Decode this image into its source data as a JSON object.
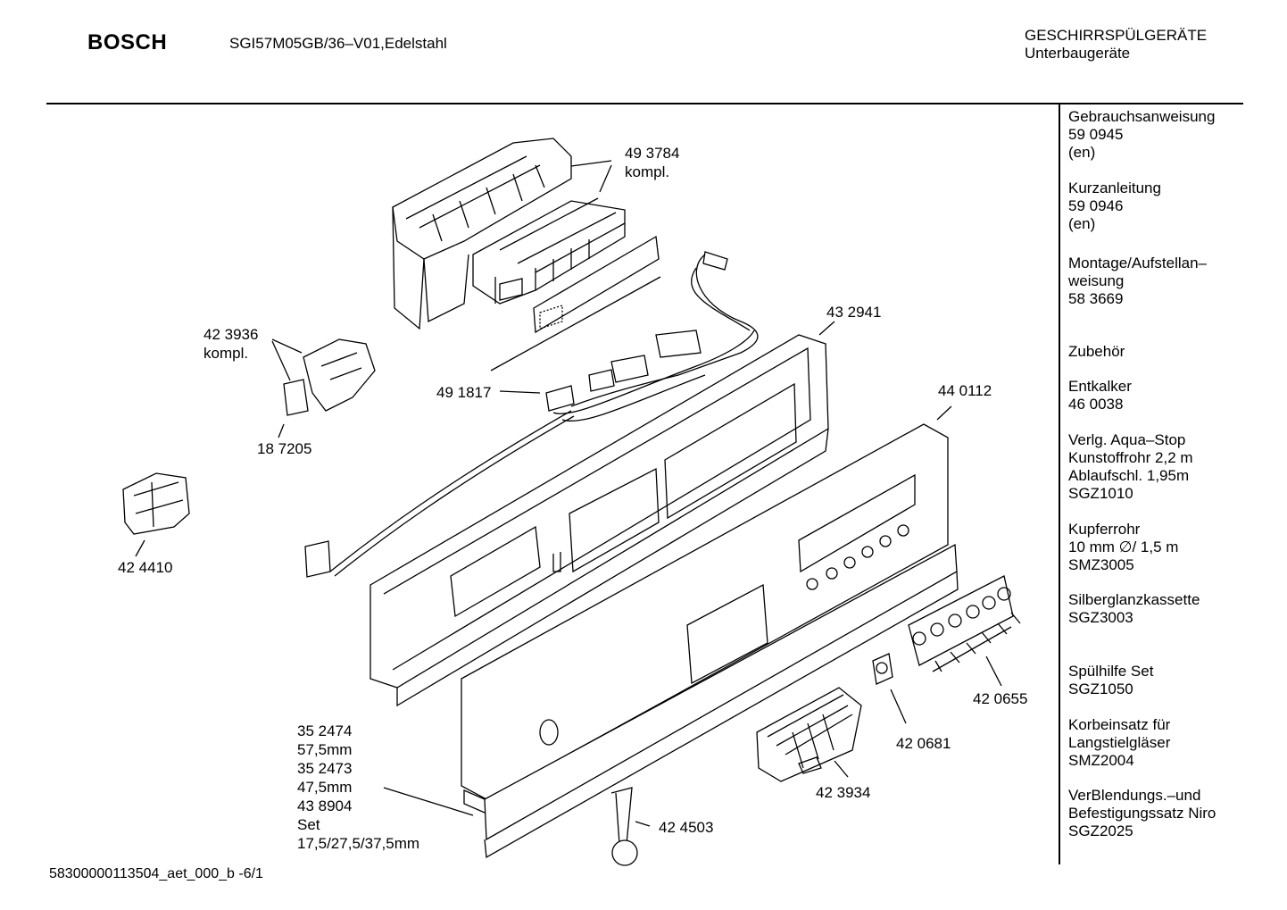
{
  "header": {
    "brand": "BOSCH",
    "model": "SGI57M05GB/36–V01,Edelstahl",
    "category_line1": "GESCHIRRSPÜLGERÄTE",
    "category_line2": "Unterbaugeräte"
  },
  "sidebar": {
    "entries": [
      {
        "lines": [
          "Gebrauchsanweisung",
          "59 0945",
          "(en)"
        ]
      },
      {
        "lines": [
          "Kurzanleitung",
          "59 0946",
          "(en)"
        ]
      },
      {
        "lines": [
          "Montage/Aufstellan–",
          "weisung",
          "58 3669"
        ]
      },
      {
        "lines": [
          "Zubehör"
        ]
      },
      {
        "lines": [
          "Entkalker",
          "46 0038"
        ]
      },
      {
        "lines": [
          "Verlg. Aqua–Stop",
          "Kunstoffrohr 2,2 m",
          "Ablaufschl. 1,95m",
          "SGZ1010"
        ]
      },
      {
        "lines": [
          "Kupferrohr",
          "10 mm ∅/ 1,5 m",
          "SMZ3005"
        ]
      },
      {
        "lines": [
          "Silberglanzkassette",
          "SGZ3003"
        ]
      },
      {
        "lines": [
          "Spülhilfe Set",
          "SGZ1050"
        ]
      },
      {
        "lines": [
          "Korbeinsatz für",
          "Langstielgläser",
          "SMZ2004"
        ]
      },
      {
        "lines": [
          "VerBlendungs.–und",
          "Befestigungssatz Niro",
          "SGZ2025"
        ]
      }
    ]
  },
  "parts": {
    "p493784": [
      "49 3784",
      "kompl."
    ],
    "p423936": [
      "42 3936",
      "kompl."
    ],
    "p187205": [
      "18 7205"
    ],
    "p491817": [
      "49 1817"
    ],
    "p432941": [
      "43 2941"
    ],
    "p440112": [
      "44 0112"
    ],
    "p424410": [
      "42 4410"
    ],
    "p420655": [
      "42 0655"
    ],
    "p420681": [
      "42 0681"
    ],
    "p423934": [
      "42 3934"
    ],
    "p424503": [
      "42 4503"
    ],
    "p352474": [
      "35 2474",
      "57,5mm",
      "35 2473",
      "47,5mm",
      "43 8904",
      "Set",
      "17,5/27,5/37,5mm"
    ]
  },
  "footer": {
    "code": "58300000113504_aet_000_b  -6/1"
  }
}
